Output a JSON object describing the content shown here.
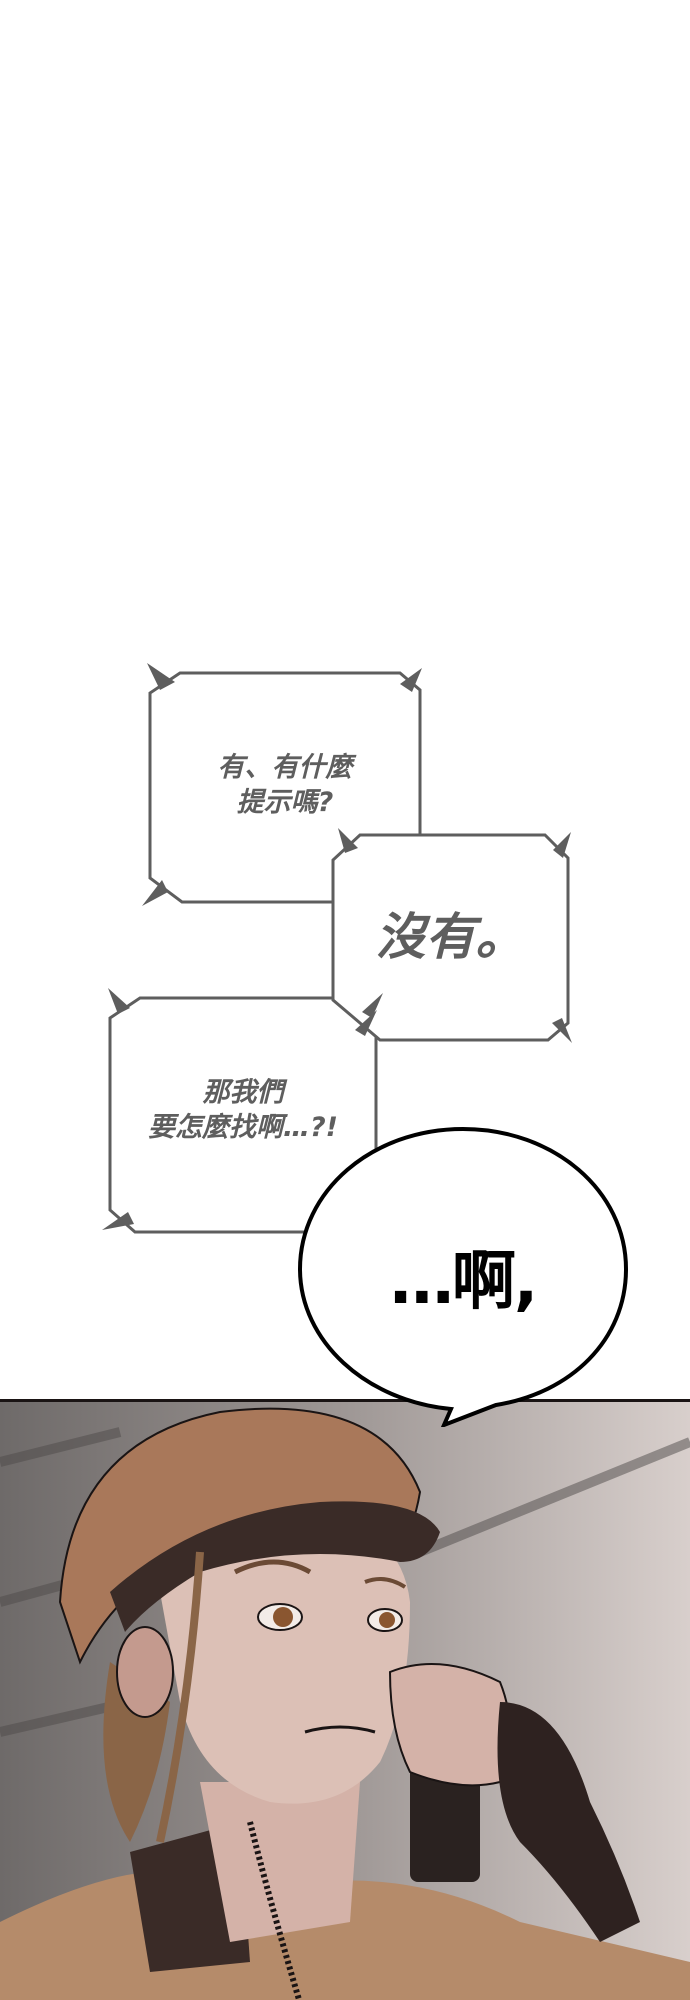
{
  "comic": {
    "bubbles": [
      {
        "id": "bubble-1",
        "text": "有、有什麼\n提示嗎?",
        "style": "thought-spiky"
      },
      {
        "id": "bubble-2",
        "text": "沒有。",
        "style": "thought-spiky"
      },
      {
        "id": "bubble-3",
        "text": "那我們\n要怎麼找啊…?!",
        "style": "thought-spiky"
      },
      {
        "id": "bubble-4",
        "text": "…啊,",
        "style": "speech-round"
      }
    ],
    "panel": {
      "description": "Woman in tan cap and jacket holding radio to her mouth, looking up",
      "colors": {
        "skin": "#d9b8ae",
        "cap": "#a9785a",
        "cap_band": "#3a2b27",
        "jacket": "#b58b6a",
        "background": "#8a8583",
        "line": "#1a1414",
        "bubble_border": "#5e5e5e"
      }
    }
  }
}
